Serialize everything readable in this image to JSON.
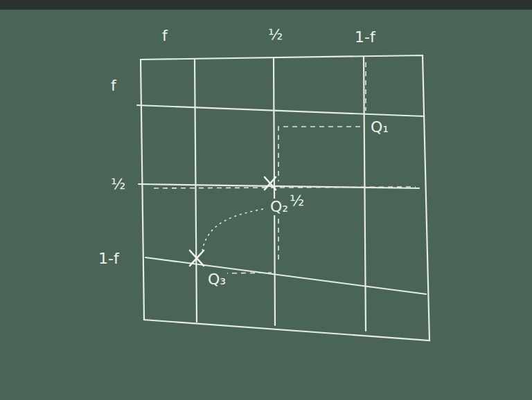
{
  "diagram": {
    "labels": [
      "f",
      "½",
      "1-f",
      "f",
      "½",
      "1-f",
      "Q₁",
      "Q₂",
      "½",
      "Q₃"
    ]
  }
}
